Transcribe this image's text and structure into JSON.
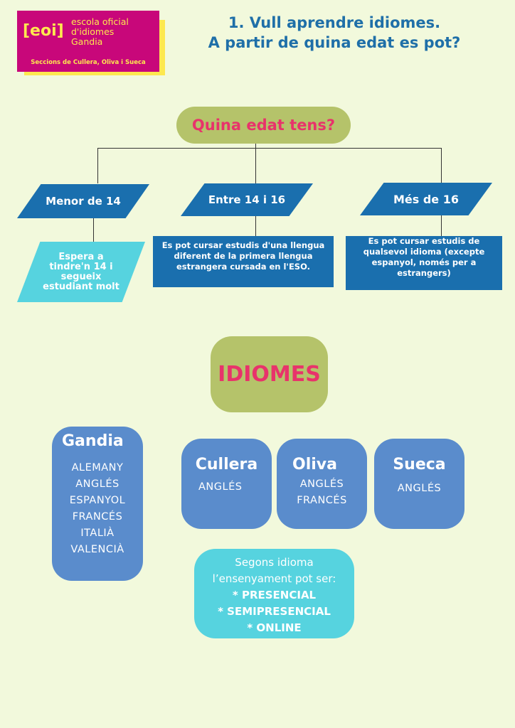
{
  "logo": {
    "mark": "[eoi]",
    "line1": "escola oficial",
    "line2": "d'idiomes",
    "line3": "Gandia",
    "sections": "Seccions de Cullera, Oliva i Sueca"
  },
  "title": {
    "line1": "1. Vull aprendre idiomes.",
    "line2": "A partir de quina edat es pot?"
  },
  "question": "Quina edat tens?",
  "branches": [
    {
      "label": "Menor de 14",
      "note": "Espera a tindre'n 14 i segueix estudiant molt"
    },
    {
      "label": "Entre 14 i 16",
      "note": "Es pot cursar estudis d'una llengua diferent de la primera llengua estrangera cursada en l'ESO."
    },
    {
      "label": "Més de 16",
      "note": "Es pot cursar estudis de qualsevol idioma (excepte espanyol, només per a estrangers)"
    }
  ],
  "idiomes": "IDIOMES",
  "centres": [
    {
      "name": "Gandia",
      "langs": [
        "ALEMANY",
        "ANGLÉS",
        "ESPANYOL",
        "FRANCÉS",
        "ITALIÀ",
        "VALENCIÀ"
      ]
    },
    {
      "name": "Cullera",
      "langs": [
        "ANGLÉS"
      ]
    },
    {
      "name": "Oliva",
      "langs": [
        "ANGLÉS",
        "FRANCÉS"
      ]
    },
    {
      "name": "Sueca",
      "langs": [
        "ANGLÉS"
      ]
    }
  ],
  "modes": {
    "intro1": "Segons idioma",
    "intro2": "l’ensenyament pot ser:",
    "items": [
      "* PRESENCIAL",
      "* SEMIPRESENCIAL",
      "* ONLINE"
    ]
  },
  "colors": {
    "background": "#f2f9dc",
    "magenta": "#c8077a",
    "yellow": "#fde84f",
    "blue": "#1a6fae",
    "cyan": "#56d3df",
    "olive": "#b5c36a",
    "pink": "#e8336b"
  }
}
